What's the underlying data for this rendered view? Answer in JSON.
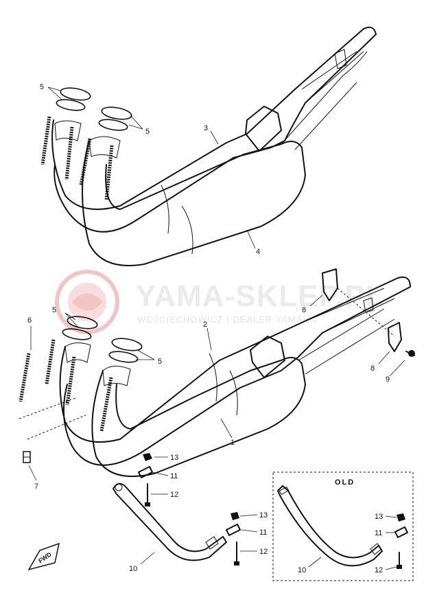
{
  "watermark": {
    "brand": "YAMA-SKLEP.PL",
    "tagline": "WOJCIECHOWICZ | DEALER YAMAHA",
    "logo_color": "#e05a5a"
  },
  "labels": {
    "upper_gaskets_left": "5",
    "upper_gaskets_right": "5",
    "upper_pipe_3": "3",
    "upper_muffler_4": "4",
    "lower_gaskets_left": "5",
    "lower_gaskets_right": "5",
    "springs_6": "6",
    "lower_pipe_2": "2",
    "lower_muffler_1": "1",
    "clamp_8_top": "8",
    "clamp_8_bottom": "8",
    "bolt_9": "9",
    "nut_7": "7",
    "nut_13_a": "13",
    "collar_11_a": "11",
    "bolt_12_a": "12",
    "nut_13_b": "13",
    "collar_11_b": "11",
    "bolt_12_b": "12",
    "stay_10": "10",
    "old_nut_13": "13",
    "old_collar_11": "11",
    "old_bolt_12": "12",
    "old_stay_10": "10"
  },
  "old_box_title": "OLD",
  "fwd_marker": "FWD"
}
